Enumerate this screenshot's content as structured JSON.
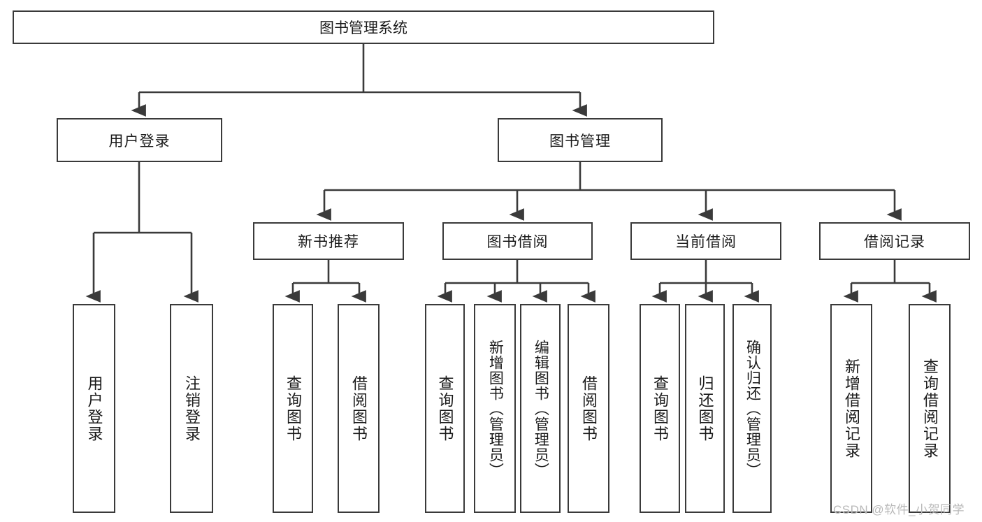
{
  "diagram": {
    "type": "hierarchy-tree",
    "title": "图书管理系统",
    "root": {
      "label": "图书管理系统"
    },
    "level2": [
      {
        "label": "用户登录"
      },
      {
        "label": "图书管理"
      }
    ],
    "level3": [
      {
        "label": "新书推荐"
      },
      {
        "label": "图书借阅"
      },
      {
        "label": "当前借阅"
      },
      {
        "label": "借阅记录"
      }
    ],
    "leaves": {
      "user_login": [
        {
          "label": "用户登录"
        },
        {
          "label": "注销登录"
        }
      ],
      "new_book_recommend": [
        {
          "label": "查询图书"
        },
        {
          "label": "借阅图书"
        }
      ],
      "book_borrow": [
        {
          "label": "查询图书"
        },
        {
          "label": "新增图书（管理员）"
        },
        {
          "label": "编辑图书（管理员）"
        },
        {
          "label": "借阅图书"
        }
      ],
      "current_borrow": [
        {
          "label": "查询图书"
        },
        {
          "label": "归还图书"
        },
        {
          "label": "确认归还（管理员）"
        }
      ],
      "borrow_record": [
        {
          "label": "新增借阅记录"
        },
        {
          "label": "查询借阅记录"
        }
      ]
    },
    "watermark": "CSDN @软件_小贺同学",
    "colors": {
      "box_border": "#3a3a3a",
      "box_fill": "#ffffff",
      "connector": "#3a3a3a",
      "text": "#1a1a1a",
      "watermark": "#b9b9b9"
    }
  }
}
